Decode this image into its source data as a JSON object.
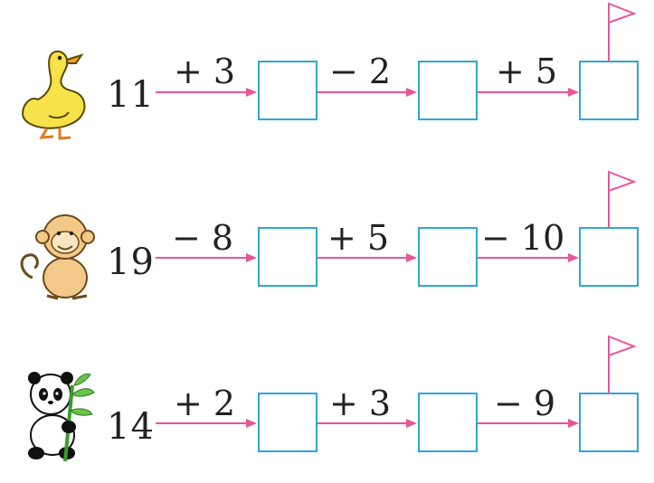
{
  "rows": [
    {
      "animal": "duck-icon",
      "start": "11",
      "ops": [
        "+ 3",
        "− 2",
        "+ 5"
      ]
    },
    {
      "animal": "monkey-icon",
      "start": "19",
      "ops": [
        "− 8",
        "+ 5",
        "− 10"
      ]
    },
    {
      "animal": "panda-icon",
      "start": "14",
      "ops": [
        "+ 2",
        "+ 3",
        "− 9"
      ]
    }
  ],
  "colors": {
    "arrow": "#e8559a",
    "box": "#2ea6d8",
    "flag": "#e8559a"
  }
}
